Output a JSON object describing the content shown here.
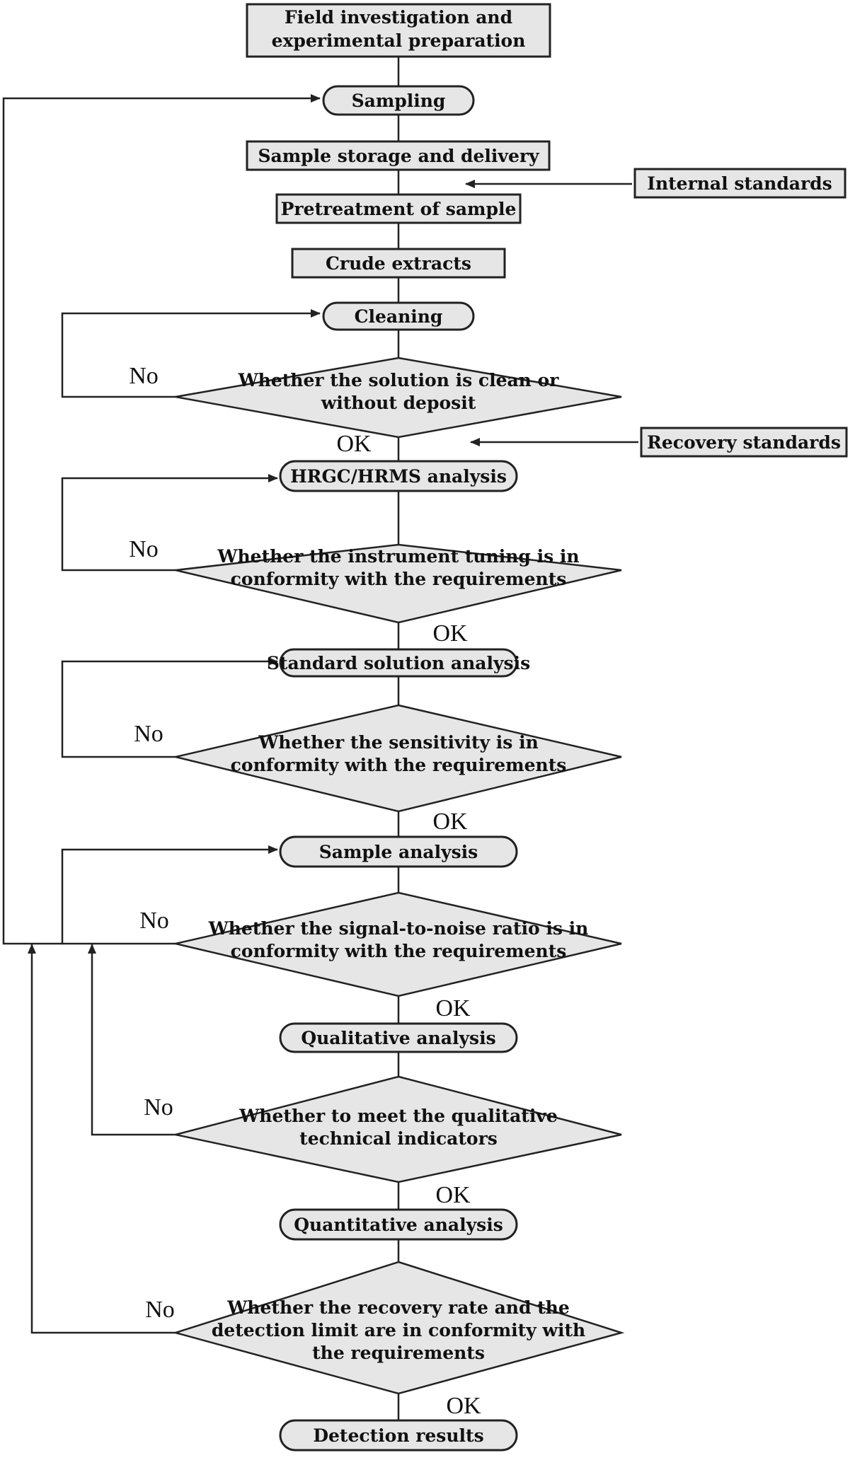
{
  "nodes": {
    "field": [
      "Field investigation and",
      "experimental preparation"
    ],
    "sampling": "Sampling",
    "storage": "Sample storage and delivery",
    "pretreatment": "Pretreatment of sample",
    "crude": "Crude extracts",
    "cleaning": "Cleaning",
    "hrgc": "HRGC/HRMS analysis",
    "standard": "Standard solution analysis",
    "sample": "Sample analysis",
    "qualitative": "Qualitative analysis",
    "quantitative": "Quantitative analysis",
    "results": "Detection results",
    "internal": "Internal standards",
    "recovery": "Recovery standards"
  },
  "decisions": {
    "clean": [
      "Whether the solution is clean or",
      "without deposit"
    ],
    "tuning": [
      "Whether the instrument tuning is in",
      "conformity with the requirements"
    ],
    "sensitivity": [
      "Whether the sensitivity is in",
      "conformity with the requirements"
    ],
    "snr": [
      "Whether the signal-to-noise ratio is in",
      "conformity with the requirements"
    ],
    "qual_ind": [
      "Whether to meet the qualitative",
      "technical indicators"
    ],
    "recovery_rate": [
      "Whether the recovery rate and the",
      "detection limit are in conformity with",
      "the requirements"
    ]
  },
  "labels": {
    "no": "No",
    "ok": "OK"
  }
}
